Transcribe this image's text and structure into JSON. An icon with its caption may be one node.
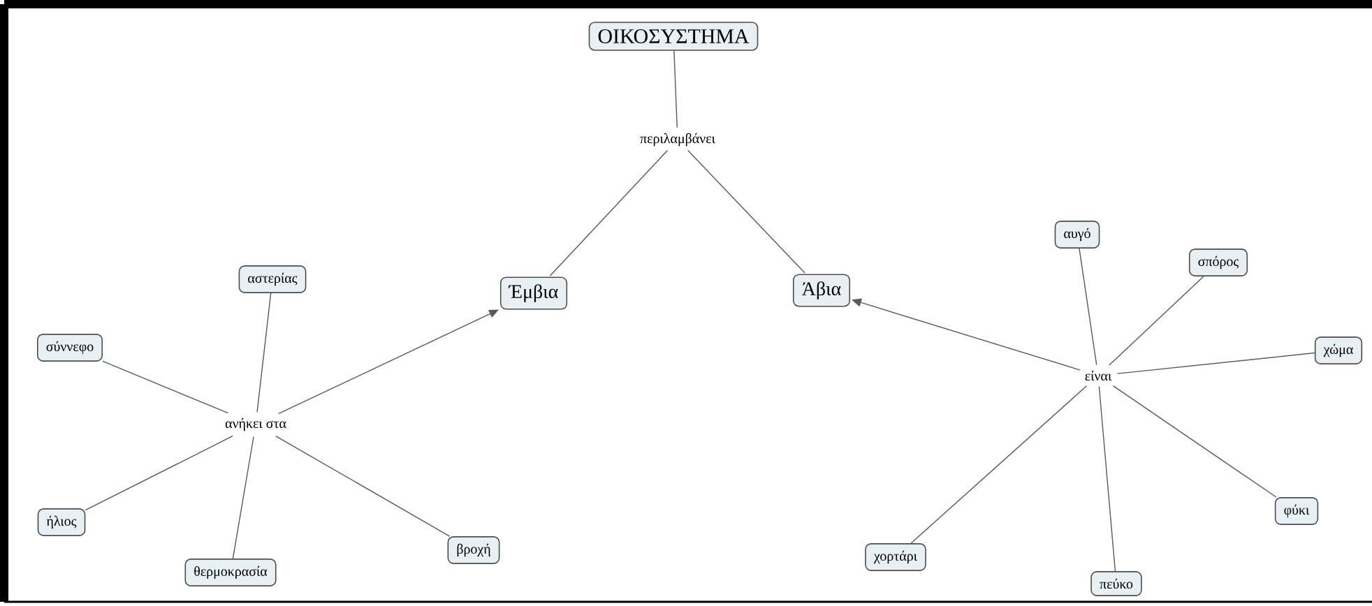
{
  "diagram": {
    "nodes": [
      {
        "text": [
          "ΟΙΚΟΣΥΣΤΗΜΑ"
        ]
      },
      {
        "text": [
          "περιλαμβάνει"
        ]
      },
      {
        "text": [
          "Έμβια"
        ]
      },
      {
        "text": [
          "Άβια"
        ]
      },
      {
        "text": [
          "ανήκει στα"
        ]
      },
      {
        "text": [
          "αστερίας"
        ]
      },
      {
        "text": [
          "σύννεφο"
        ]
      },
      {
        "text": [
          "ήλιος"
        ]
      },
      {
        "text": [
          "θερμοκρασία"
        ]
      },
      {
        "text": [
          "βροχή"
        ]
      },
      {
        "text": [
          "είναι"
        ]
      },
      {
        "text": [
          "αυγό"
        ]
      },
      {
        "text": [
          "σπόρος"
        ]
      },
      {
        "text": [
          "χώμα"
        ]
      },
      {
        "text": [
          "φύκι"
        ]
      },
      {
        "text": [
          "πεύκο"
        ]
      },
      {
        "text": [
          "χορτάρι"
        ]
      }
    ],
    "edges": [
      {
        "from": 0,
        "to": 1,
        "arrow": "none"
      },
      {
        "from": 1,
        "to": 2,
        "arrow": "none"
      },
      {
        "from": 1,
        "to": 3,
        "arrow": "none"
      },
      {
        "from": 4,
        "to": 2,
        "arrow": "to"
      },
      {
        "from": 5,
        "to": 4,
        "arrow": "none"
      },
      {
        "from": 6,
        "to": 4,
        "arrow": "none"
      },
      {
        "from": 7,
        "to": 4,
        "arrow": "none"
      },
      {
        "from": 8,
        "to": 4,
        "arrow": "none"
      },
      {
        "from": 9,
        "to": 4,
        "arrow": "none"
      },
      {
        "from": 10,
        "to": 3,
        "arrow": "to"
      },
      {
        "from": 11,
        "to": 10,
        "arrow": "none"
      },
      {
        "from": 12,
        "to": 10,
        "arrow": "none"
      },
      {
        "from": 13,
        "to": 10,
        "arrow": "none"
      },
      {
        "from": 14,
        "to": 10,
        "arrow": "none"
      },
      {
        "from": 15,
        "to": 10,
        "arrow": "none"
      },
      {
        "from": 16,
        "to": 10,
        "arrow": "none"
      }
    ]
  }
}
